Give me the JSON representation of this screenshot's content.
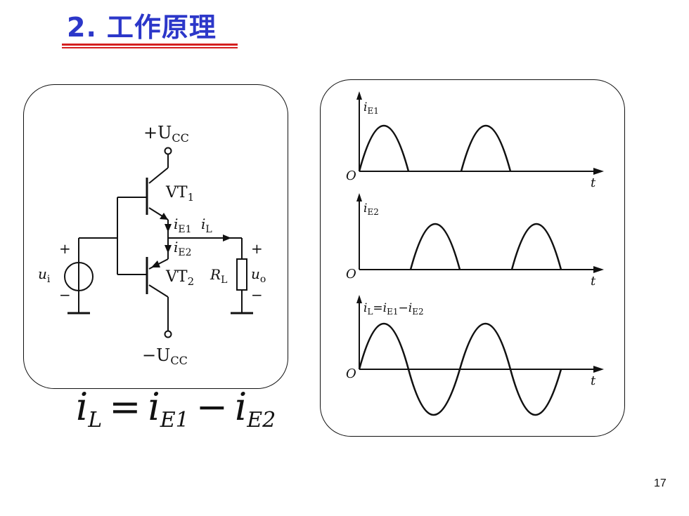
{
  "title": {
    "number": "2.",
    "text": "工作原理"
  },
  "circuit": {
    "vcc_pos": "+U",
    "vcc_sub": "CC",
    "vcc_neg": "−U",
    "vt1": "VT",
    "vt1_sub": "1",
    "vt2": "VT",
    "vt2_sub": "2",
    "ie1": "i",
    "ie1_sub": "E1",
    "ie2": "i",
    "ie2_sub": "E2",
    "il": "i",
    "il_sub": "L",
    "ui": "u",
    "ui_sub": "i",
    "uo": "u",
    "uo_sub": "o",
    "rl": "R",
    "rl_sub": "L",
    "plus": "+",
    "minus": "−"
  },
  "waveforms": {
    "origin": "O",
    "t_label": "t",
    "plot1_label": "i",
    "plot1_sub": "E1",
    "plot2_label": "i",
    "plot2_sub": "E2",
    "plot3_label": "i",
    "plot3_sub": "L",
    "plot3_eq": "=i",
    "plot3_sub2": "E1",
    "plot3_minus": "−i",
    "plot3_sub3": "E2"
  },
  "formula": {
    "lhs": "i",
    "lhs_sub": "L",
    "eq": "=",
    "t1": "i",
    "t1_sub": "E1",
    "minus": "−",
    "t2": "i",
    "t2_sub": "E2"
  },
  "page_number": "17"
}
